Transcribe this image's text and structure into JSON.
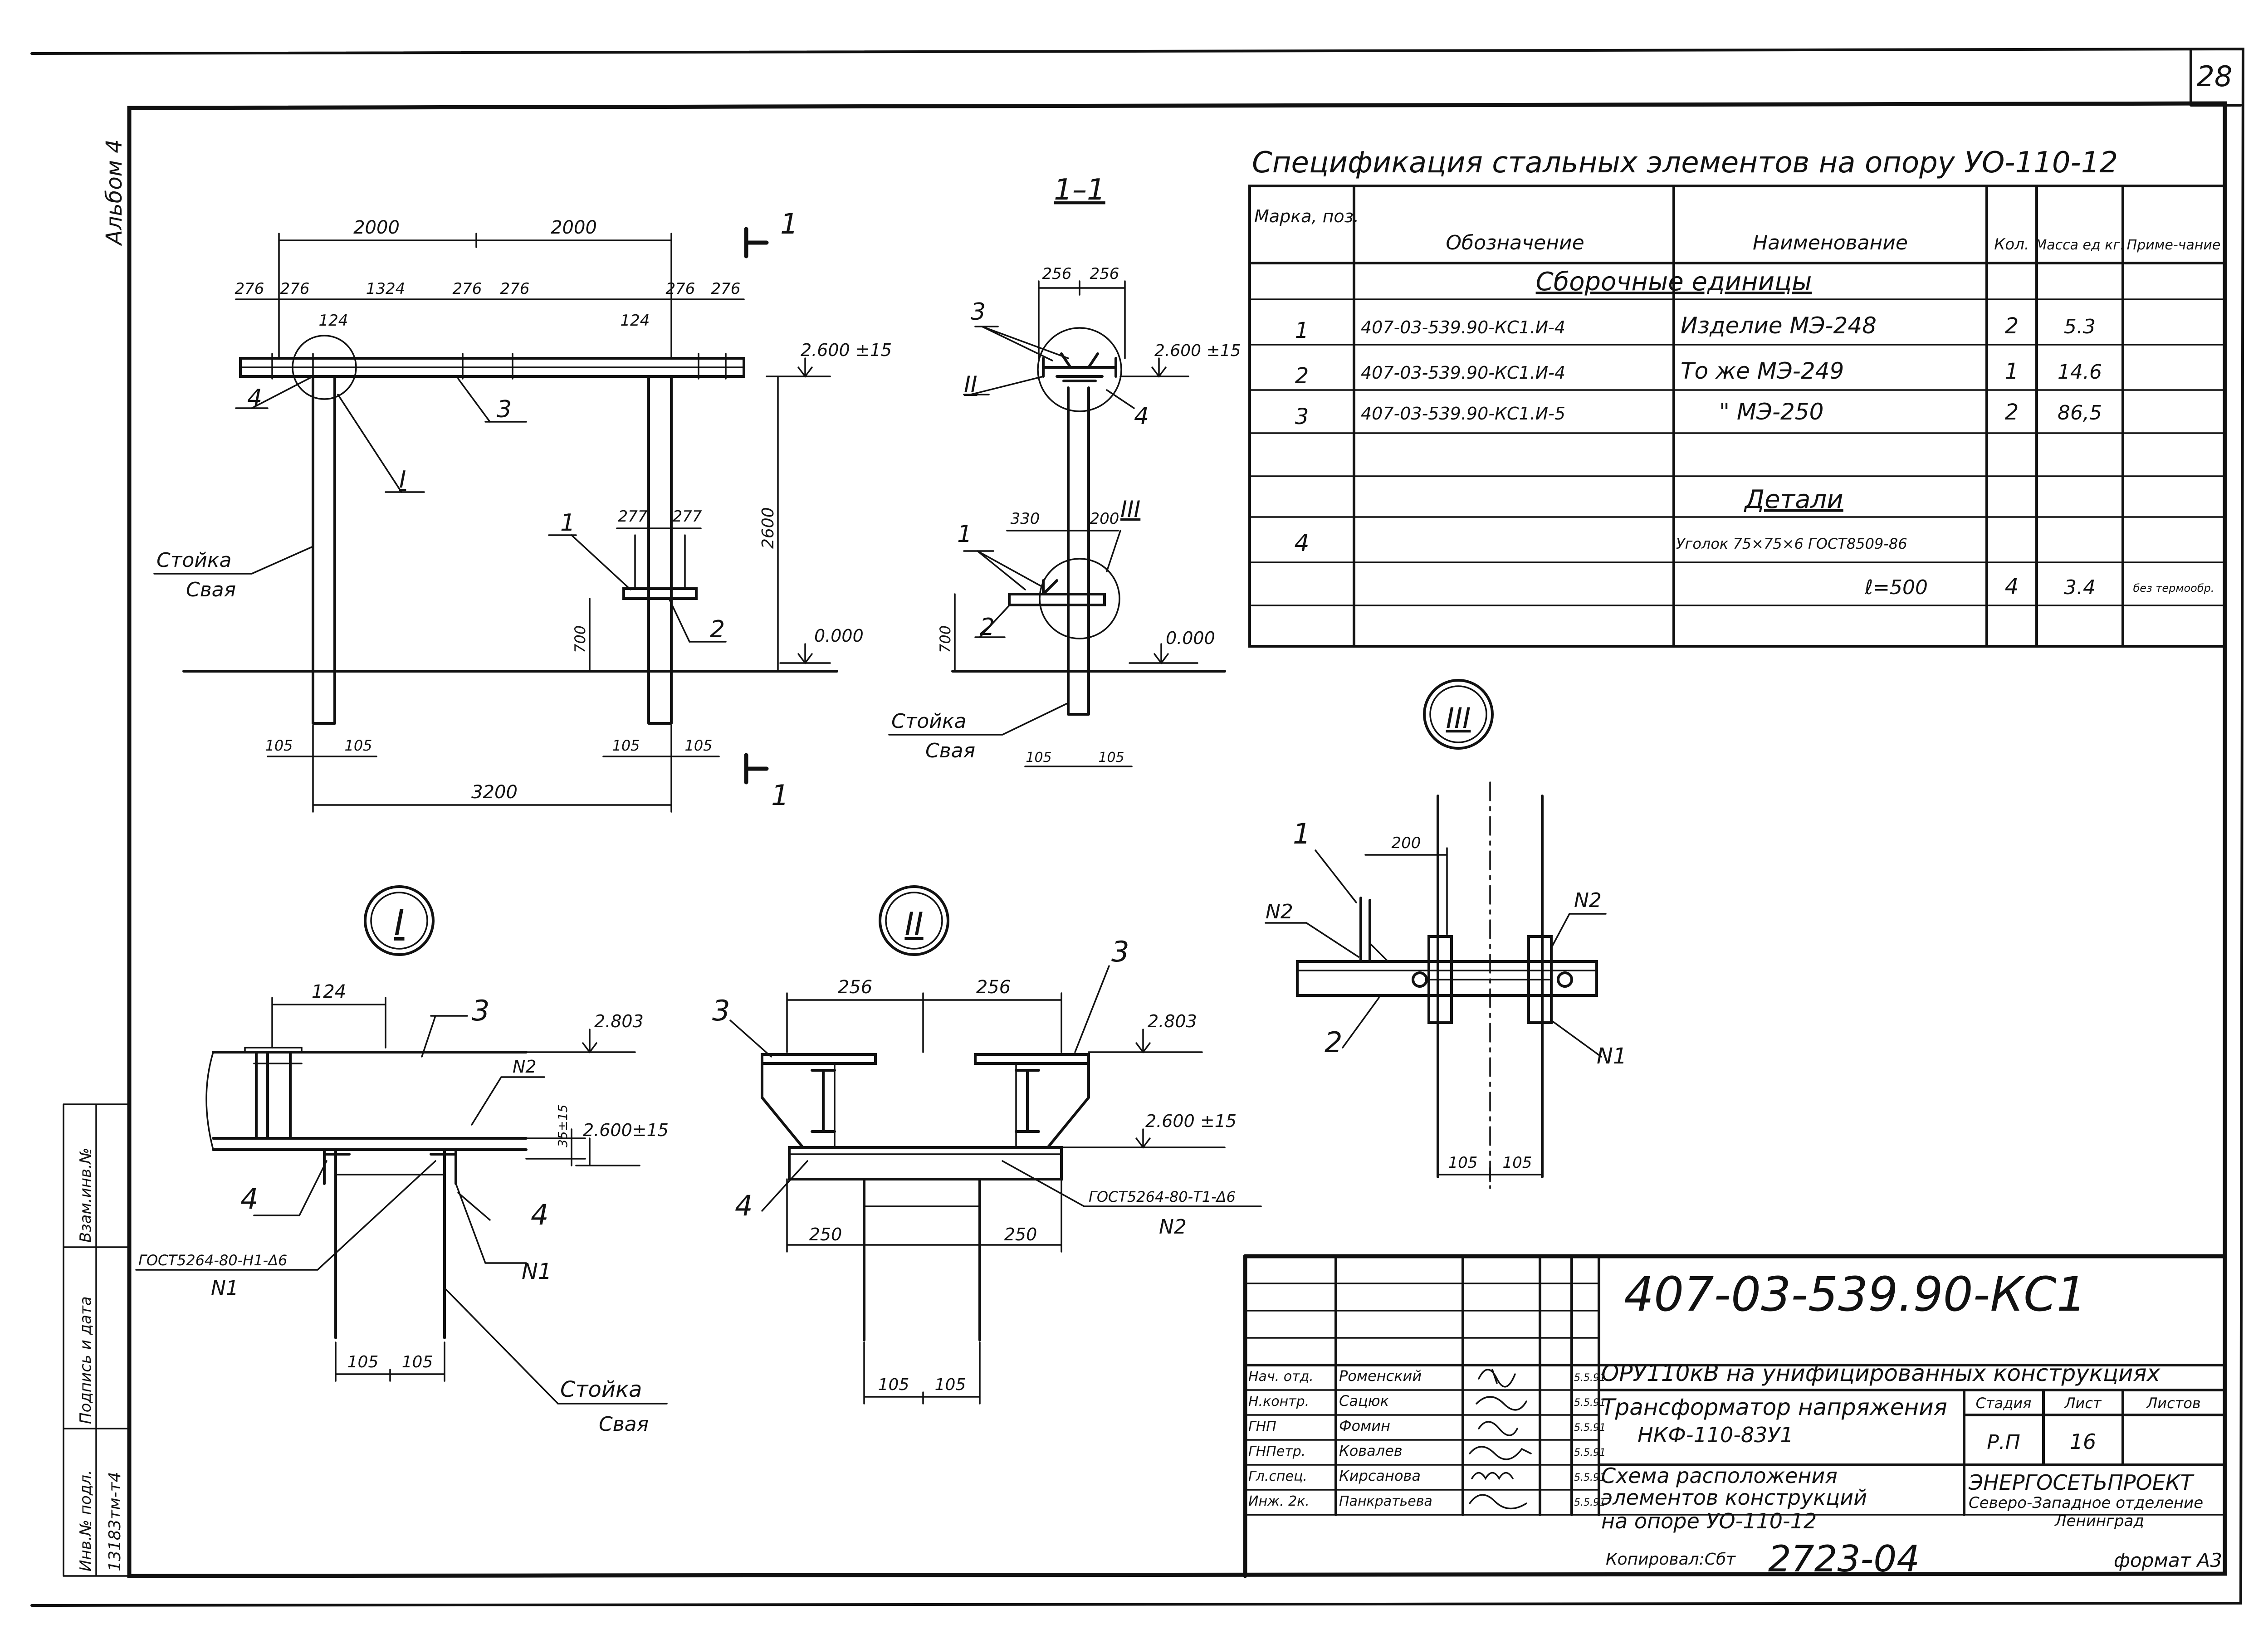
{
  "sheet": {
    "page_number": "28",
    "album": "Альбом 4",
    "format": "формат А3",
    "copied": "Копировал:Сбт",
    "order_number": "2723-04"
  },
  "elevation": {
    "dims": {
      "span_left": "2000",
      "span_right": "2000",
      "base": "3200",
      "height": "2600",
      "shelf_height": "700",
      "d276": "276",
      "d1324": "1324",
      "d124": "124",
      "d277": "277",
      "d105": "105"
    },
    "levels": {
      "top": "2.600 ±15",
      "zero": "0.000"
    },
    "callouts": {
      "c1": "1",
      "c2": "2",
      "c3": "3",
      "c4": "4",
      "detail_I": "I"
    },
    "post_label_1": "Стойка",
    "post_label_2": "Свая",
    "section_mark": "1"
  },
  "section_1_1": {
    "title": "1–1",
    "dims": {
      "d256": "256",
      "d330": "330",
      "d200": "200",
      "d700": "700",
      "d105": "105"
    },
    "levels": {
      "top": "2.600 ±15",
      "zero": "0.000"
    },
    "callouts": {
      "c1": "1",
      "c2": "2",
      "c3": "3",
      "c4": "4",
      "detail_II": "II",
      "detail_III": "III"
    },
    "post_label_1": "Стойка",
    "post_label_2": "Свая"
  },
  "spec": {
    "title": "Спецификация стальных элементов на опору УО-110-12",
    "headers": [
      "Марка, поз.",
      "Обозначение",
      "Наименование",
      "Кол.",
      "Масса ед кг.",
      "Приме-чание"
    ],
    "group_assembly": "Сборочные единицы",
    "group_details": "Детали",
    "rows": [
      {
        "pos": "1",
        "code": "407-03-539.90-КС1.И-4",
        "name": "Изделие  МЭ-248",
        "qty": "2",
        "mass": "5.3",
        "note": ""
      },
      {
        "pos": "2",
        "code": "407-03-539.90-КС1.И-4",
        "name": "То же  МЭ-249",
        "qty": "1",
        "mass": "14.6",
        "note": ""
      },
      {
        "pos": "3",
        "code": "407-03-539.90-КС1.И-5",
        "name": "\"      МЭ-250",
        "qty": "2",
        "mass": "86,5",
        "note": ""
      }
    ],
    "detail_row": {
      "pos": "4",
      "name": "Уголок 75×75×6 ГОСТ8509-86",
      "length": "ℓ=500",
      "qty": "4",
      "mass": "3.4",
      "note": "без термообр."
    }
  },
  "detail_I": {
    "label": "I",
    "dims": {
      "d124": "124",
      "d105a": "105",
      "d105b": "105",
      "d35": "35±15"
    },
    "levels": {
      "top": "2.803",
      "mid": "2.600±15"
    },
    "callouts": {
      "c3": "3",
      "c4a": "4",
      "c4b": "4"
    },
    "weld_n2": "N2",
    "weld_n1": "N1",
    "weld_std": "ГОСТ5264-80-Н1-Δ6",
    "weld_std_n": "N1",
    "post_label_1": "Стойка",
    "post_label_2": "Свая"
  },
  "detail_II": {
    "label": "II",
    "dims": {
      "d256a": "256",
      "d256b": "256",
      "d250a": "250",
      "d250b": "250",
      "d105a": "105",
      "d105b": "105"
    },
    "levels": {
      "top": "2.803",
      "mid": "2.600 ±15"
    },
    "callouts": {
      "c3a": "3",
      "c3b": "3",
      "c4": "4"
    },
    "weld_std": "ГОСТ5264-80-Т1-Δ6",
    "weld_std_n": "N2"
  },
  "detail_III": {
    "label": "III",
    "dims": {
      "d200": "200",
      "d105a": "105",
      "d105b": "105"
    },
    "callouts": {
      "c1": "1",
      "c2": "2"
    },
    "weld_n2a": "N2",
    "weld_n2b": "N2",
    "weld_n1": "N1"
  },
  "stamp": {
    "doc_code": "407-03-539.90-КС1",
    "project": "ОРУ110кВ на унифицированных конструкциях",
    "object_line1": "Трансформатор напряжения",
    "object_line2": "НКФ-110-83У1",
    "drawing_line1": "Схема расположения",
    "drawing_line2": "элементов конструкций",
    "drawing_line3": "на опоре УО-110-12",
    "stage_label": "Стадия",
    "sheet_label": "Лист",
    "sheets_label": "Листов",
    "stage": "Р.П",
    "sheet": "16",
    "org_line1": "ЭНЕРГОСЕТЬПРОЕКТ",
    "org_line2": "Северо-Западное отделение",
    "org_line3": "Ленинград",
    "roles": [
      {
        "role": "Нач. отд.",
        "name": "Роменский",
        "date": "5.5.91"
      },
      {
        "role": "Н.контр.",
        "name": "Сацюк",
        "date": "5.5.91"
      },
      {
        "role": "ГНП",
        "name": "Фомин",
        "date": "5.5.91"
      },
      {
        "role": "ГНПетр.",
        "name": "Ковалев",
        "date": "5.5.91"
      },
      {
        "role": "Гл.спец.",
        "name": "Кирсанова",
        "date": "5.5.91"
      },
      {
        "role": "Инж. 2к.",
        "name": "Панкратьева",
        "date": "5.5.91"
      }
    ]
  },
  "side_strip": {
    "inv_no": "Инв.№ подл.",
    "sign_date": "Подпись и дата",
    "replace_inv": "Взам.инв.№",
    "inv_value": "13183тм-т4"
  }
}
